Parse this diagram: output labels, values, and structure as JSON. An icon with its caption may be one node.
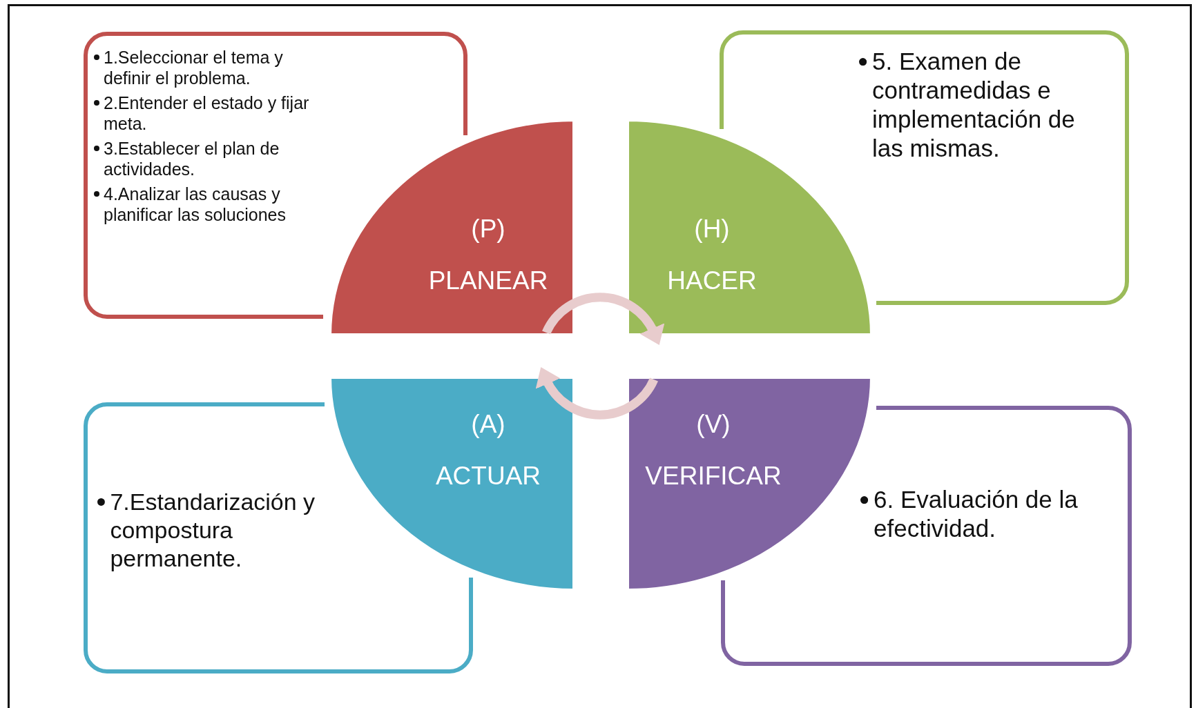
{
  "diagram": {
    "nodes": [
      {
        "text": [
          "1.Seleccionar el tema y definir el problema.",
          "2.Entender el estado y fijar meta.",
          "3.Establecer el plan de actividades.",
          "4.Analizar las causas y planificar las soluciones"
        ]
      },
      {
        "text": [
          "(P)",
          "PLANEAR"
        ]
      },
      {
        "text": [
          "(H)",
          "HACER"
        ]
      },
      {
        "text": [
          "5. Examen de contramedidas  e implementación de las mismas."
        ]
      },
      {
        "text": [
          "7.Estandarización y compostura permanente."
        ]
      },
      {
        "text": [
          "(A)",
          "ACTUAR"
        ]
      },
      {
        "text": [
          "(V)",
          "VERIFICAR"
        ]
      },
      {
        "text": [
          "6. Evaluación de la efectividad."
        ]
      }
    ],
    "edges": [
      {
        "from": 1,
        "to": 2,
        "arrow": "to"
      },
      {
        "from": 6,
        "to": 5,
        "arrow": "to"
      }
    ]
  }
}
